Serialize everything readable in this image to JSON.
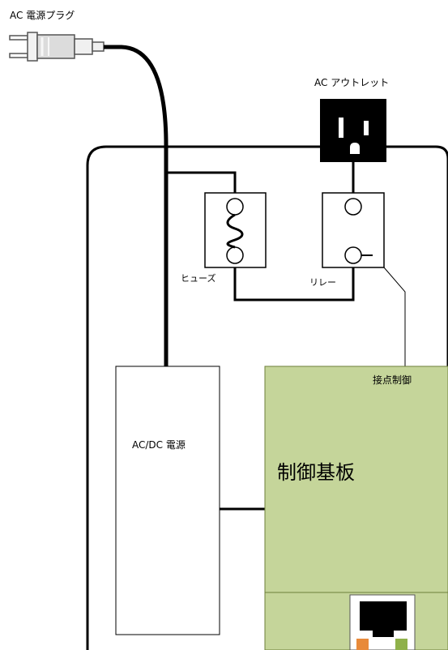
{
  "labels": {
    "ac_plug": "AC 電源プラグ",
    "ac_outlet": "AC アウトレット",
    "fuse": "ヒューズ",
    "relay": "リレー",
    "contact_control": "接点制御",
    "acdc_power": "AC/DC 電源",
    "control_board": "制御基板"
  },
  "colors": {
    "board_fill": "#c5d59a",
    "board_stroke": "#6d7f3a",
    "wire": "#000000",
    "led_orange": "#e88a3a",
    "led_green": "#8fb14a"
  },
  "icons": [
    "ac-plug-icon",
    "ac-outlet-icon",
    "fuse-icon",
    "relay-icon",
    "rj45-port-icon"
  ]
}
